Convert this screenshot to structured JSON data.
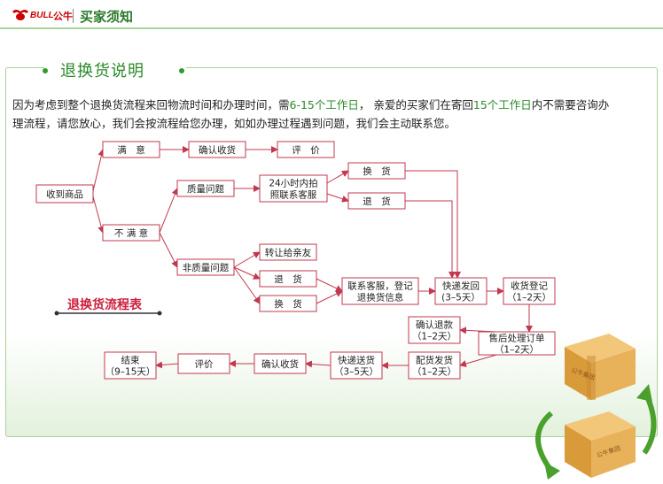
{
  "header": {
    "logo_text": "BULL",
    "logo_cn": "公牛",
    "title": "买家须知"
  },
  "section": {
    "title": "退换货说明",
    "intro_parts": [
      {
        "text": "因为考虑到整个退换货流程来回物流时间和办理时间，需",
        "hl": false
      },
      {
        "text": "6-15个工作日",
        "hl": true
      },
      {
        "text": "， 亲爱的买家们在寄回",
        "hl": false
      },
      {
        "text": "15个工作日",
        "hl": true
      },
      {
        "text": "内不需要咨询办理流程，请您放心，我们会按流程给您办理，如如办理过程遇到问题，我们会主动联系您。",
        "hl": false
      }
    ]
  },
  "flow": {
    "nodes": {
      "receive": [
        "收到商品"
      ],
      "satisfied": [
        "满　意"
      ],
      "confirm1": [
        "确认收货"
      ],
      "review1": [
        "评　价"
      ],
      "unsatisfied": [
        "不 满 意"
      ],
      "quality": [
        "质量问题"
      ],
      "photo": [
        "24小时内拍",
        "照联系客服"
      ],
      "exchange1": [
        "换　货"
      ],
      "return1": [
        "退　货"
      ],
      "nonquality": [
        "非质量问题"
      ],
      "gift": [
        "转让给亲友"
      ],
      "return2": [
        "退　货"
      ],
      "exchange2": [
        "换　货"
      ],
      "contact": [
        "联系客服，登记",
        "退换货信息"
      ],
      "express1": [
        "快递发回",
        "(3–5天）"
      ],
      "register": [
        "收货登记",
        "（1–2天）"
      ],
      "refund": [
        "确认退款",
        "（1–2天）"
      ],
      "aftersale": [
        "售后处理订单",
        "（1–2天）"
      ],
      "ship": [
        "配货发货",
        "（1–2天）"
      ],
      "express2": [
        "快递送货",
        "（3–5天）"
      ],
      "confirm2": [
        "确认收货"
      ],
      "review2": [
        "评价"
      ],
      "end": [
        "结束",
        "（9–15天）"
      ]
    },
    "legend": "退换货流程表"
  },
  "crates": {
    "top_label": "公牛集团",
    "bottom_label": "公牛集团"
  },
  "colors": {
    "green": "#2a8a2a",
    "node_border": "#c0394f",
    "arrow": "#c0394f",
    "panel_border": "#a9d39a"
  }
}
